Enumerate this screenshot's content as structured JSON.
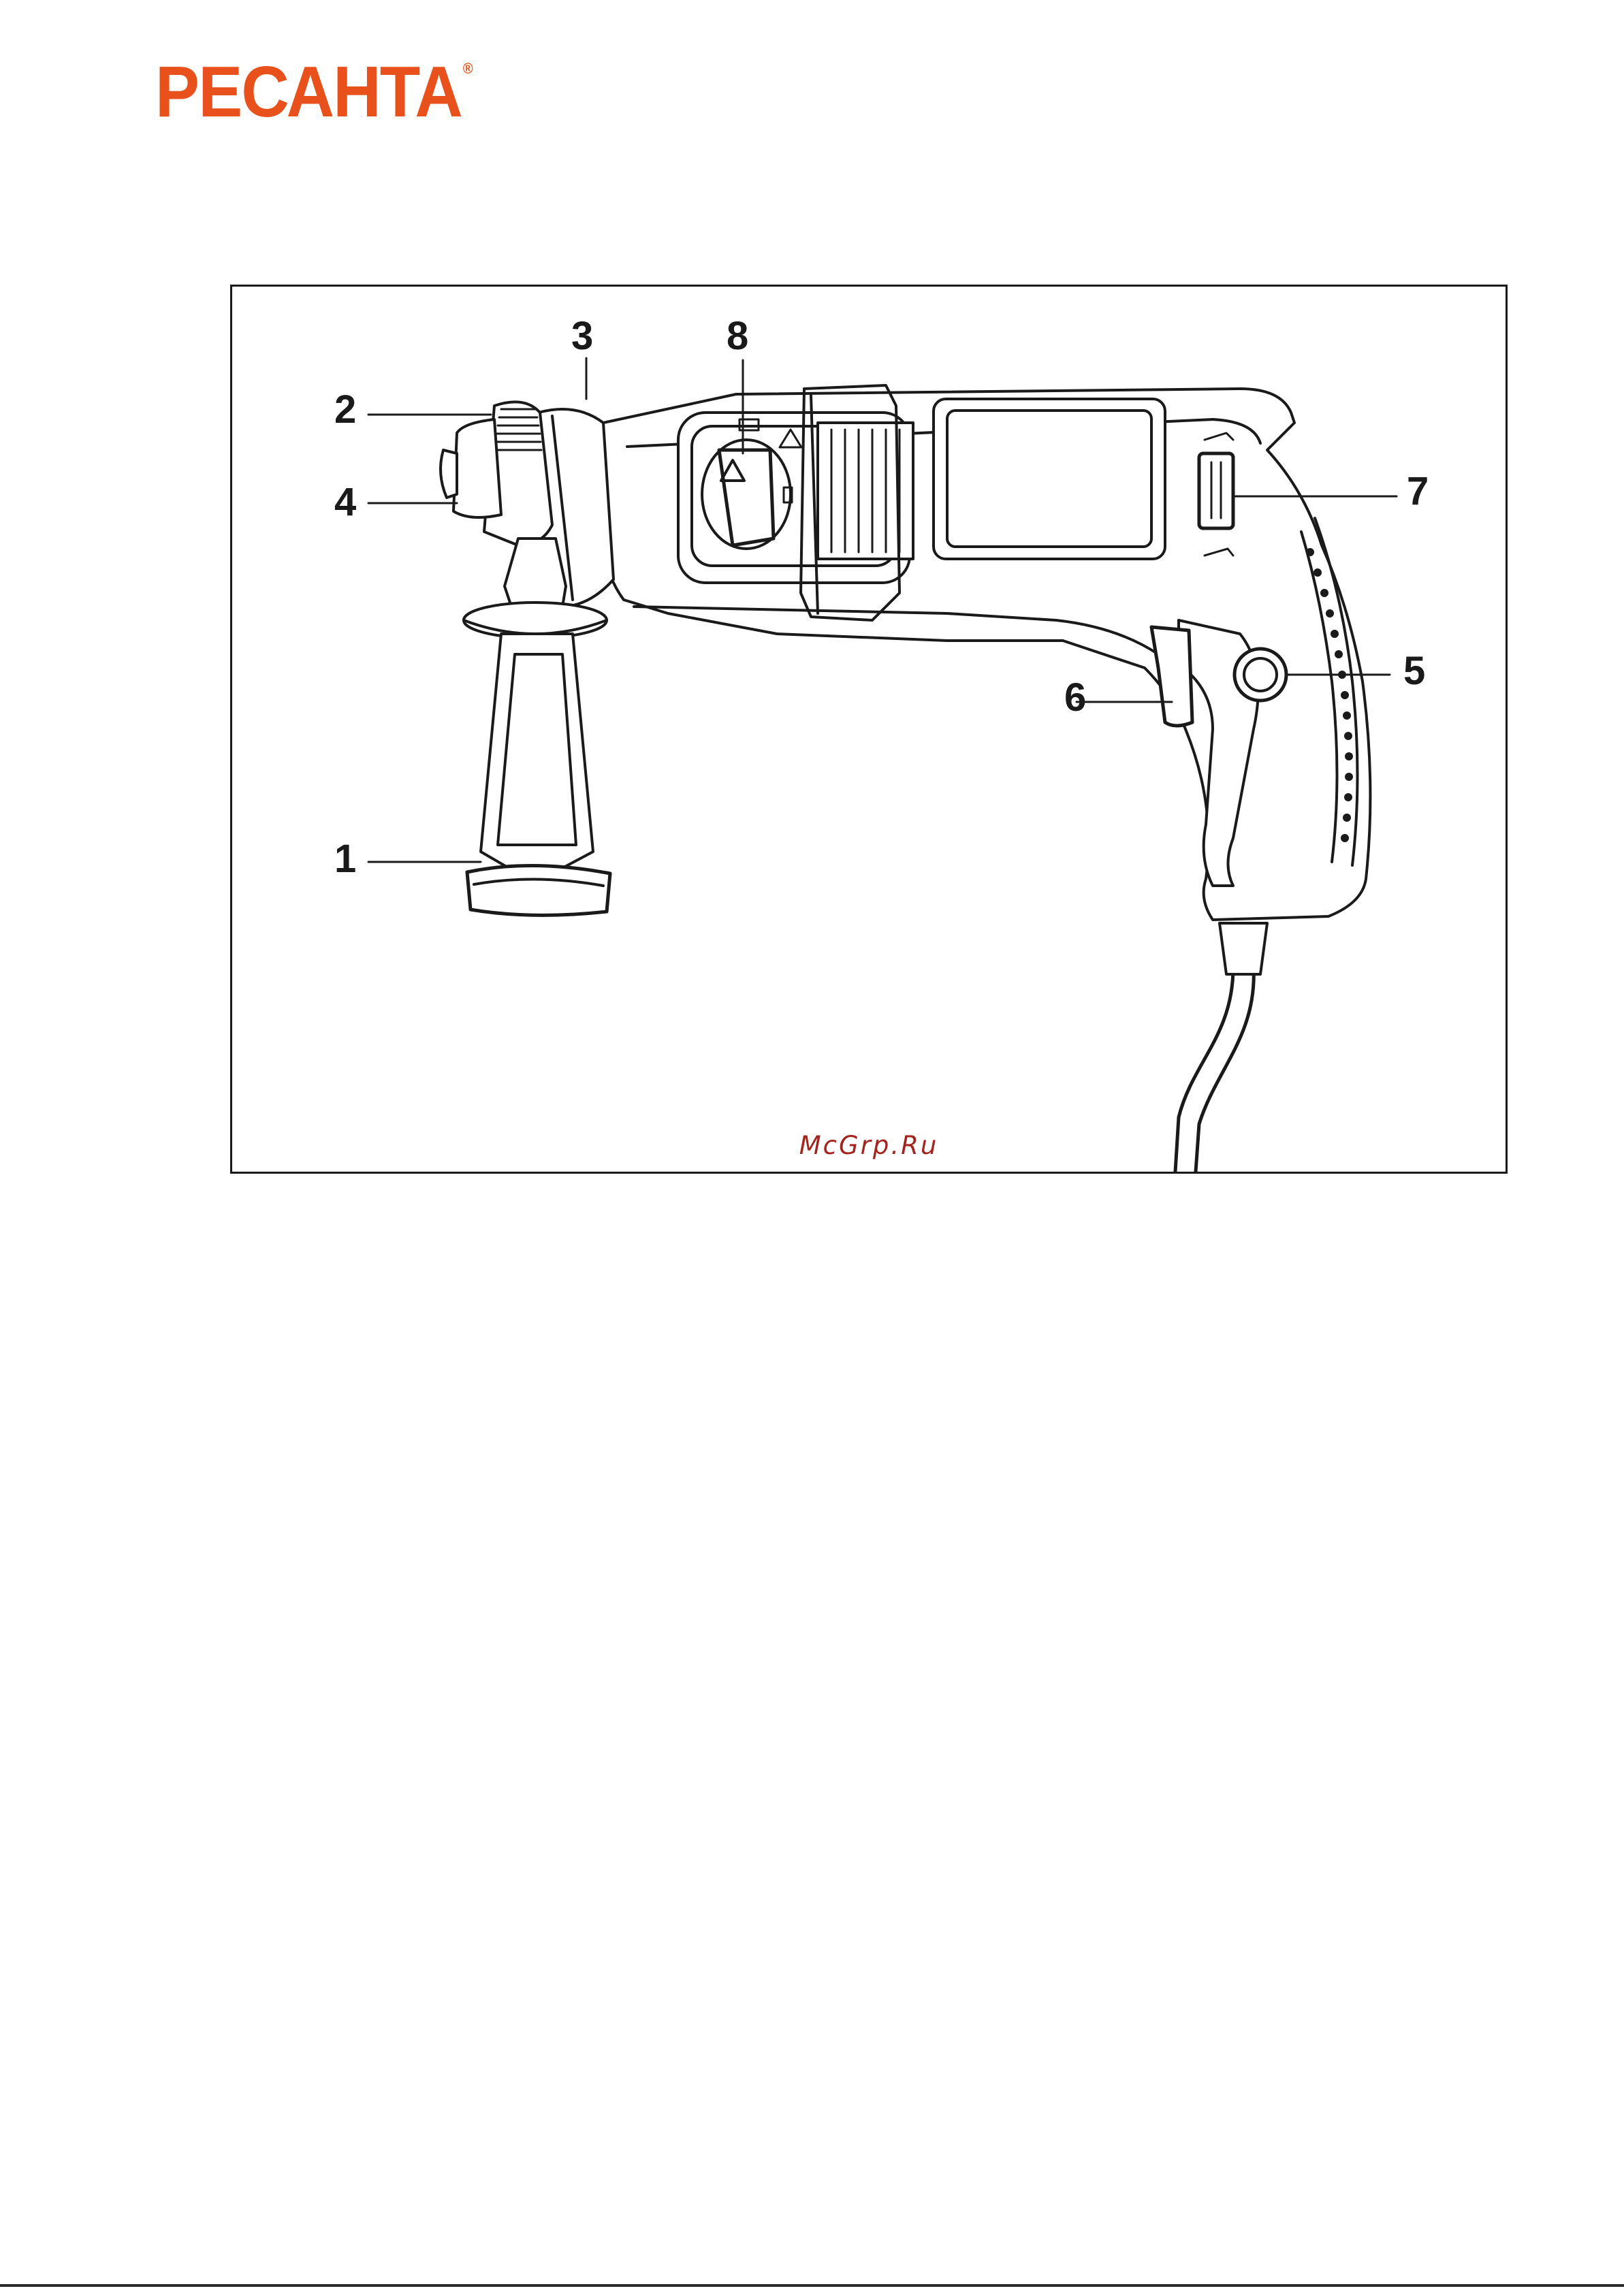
{
  "brand": {
    "logo_text": "РЕСАНТА",
    "registered_mark": "®",
    "brand_color": "#e8511b"
  },
  "figure": {
    "callouts": [
      "1",
      "2",
      "3",
      "4",
      "5",
      "6",
      "7",
      "8"
    ],
    "watermark": "McGrp.Ru"
  }
}
